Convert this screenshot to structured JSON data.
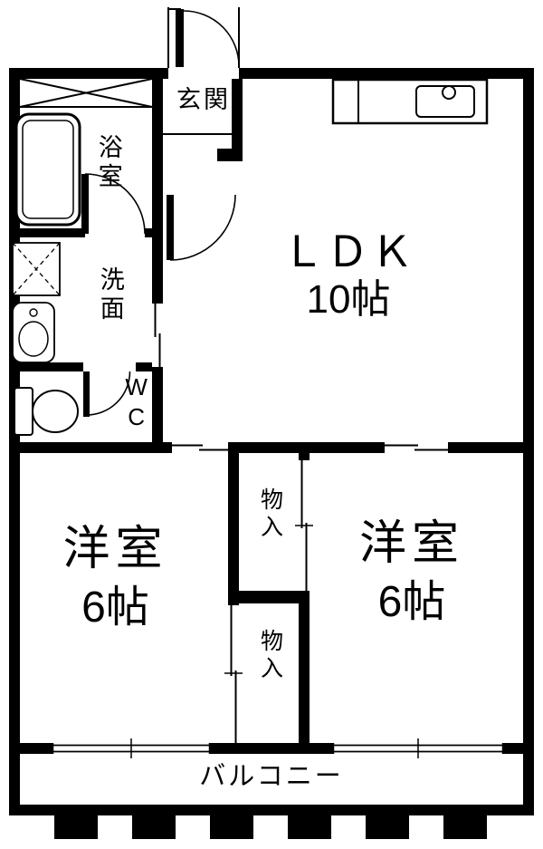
{
  "plan": {
    "rooms": {
      "entrance": {
        "label": "玄関"
      },
      "bath": {
        "label": "浴室"
      },
      "washroom": {
        "label": "洗面"
      },
      "wc": {
        "label": "WC"
      },
      "ldk": {
        "label": "ＬＤＫ",
        "size": "10帖"
      },
      "bedroom_left": {
        "label": "洋室",
        "size": "6帖"
      },
      "bedroom_right": {
        "label": "洋室",
        "size": "6帖"
      },
      "closet_upper": {
        "label": "物入"
      },
      "closet_lower": {
        "label": "物入"
      },
      "balcony": {
        "label": "バルコニー"
      }
    },
    "colors": {
      "wall": "#000000",
      "floor": "#ffffff"
    }
  }
}
